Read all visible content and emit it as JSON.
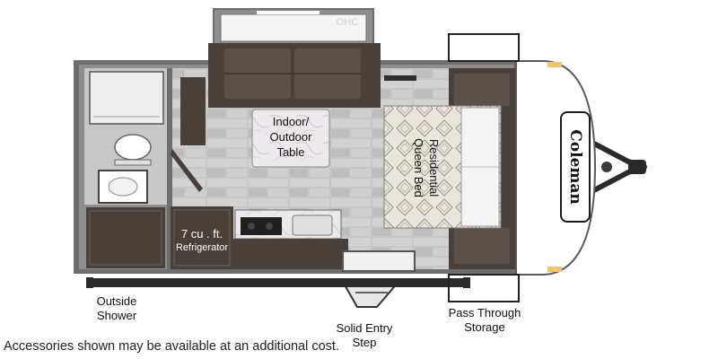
{
  "floorplan": {
    "ohc_label": "OHC",
    "table_label": "Indoor/\nOutdoor\nTable",
    "bed_label": "Residential\nQueen Bed",
    "fridge_size": "7 cu . ft.",
    "fridge_name": "Refrigerator",
    "brand_badge": "Coleman",
    "callouts": {
      "outside_shower": "Outside\nShower",
      "entry_step": "Solid Entry\nStep",
      "pass_through": "Pass Through\nStorage"
    }
  },
  "disclaimer": "Accessories shown may be available at an additional cost.",
  "colors": {
    "wall": "#6e6e6e",
    "floor_tile": "#c9c9c9",
    "cabinet": "#4a403a",
    "exterior": "#ffffff",
    "accent_light": "#f2c36b"
  }
}
